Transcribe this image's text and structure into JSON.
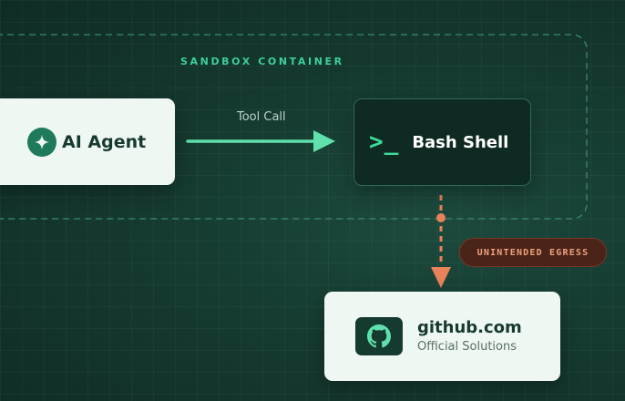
{
  "sandbox": {
    "label": "SANDBOX CONTAINER"
  },
  "agent": {
    "title": "AI Agent",
    "icon": "sparkle-icon"
  },
  "tool_call": {
    "label": "Tool Call"
  },
  "bash": {
    "prompt": ">_",
    "title": "Bash Shell"
  },
  "egress": {
    "label": "UNINTENDED EGRESS"
  },
  "github": {
    "title": "github.com",
    "subtitle": "Official Solutions",
    "icon": "github-icon"
  },
  "colors": {
    "accent": "#3ecf9a",
    "warning": "#e8825a",
    "card_light": "#eef7f2",
    "card_dark": "#0f2a22",
    "background": "#153a30"
  }
}
